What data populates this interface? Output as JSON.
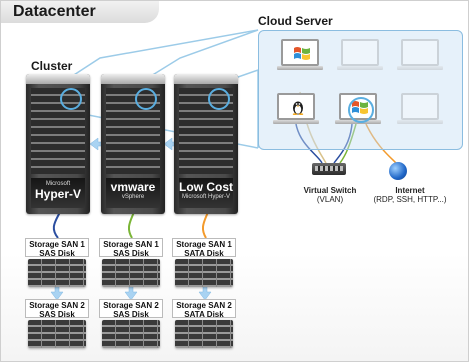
{
  "header": {
    "title": "Datacenter"
  },
  "cluster": {
    "label": "Cluster",
    "servers": [
      {
        "brand_small": "Microsoft",
        "brand": "Hyper-V",
        "brand_sub": ""
      },
      {
        "brand_small": "",
        "brand": "vmware",
        "brand_sub": "vSphere"
      },
      {
        "brand_small": "",
        "brand": "Low Cost",
        "brand_sub": "Microsoft Hyper-V"
      }
    ]
  },
  "storage": {
    "san1": [
      {
        "line1": "Storage SAN 1",
        "line2": "SAS Disk"
      },
      {
        "line1": "Storage SAN 1",
        "line2": "SAS Disk"
      },
      {
        "line1": "Storage SAN 1",
        "line2": "SATA Disk"
      }
    ],
    "san2": [
      {
        "line1": "Storage SAN 2",
        "line2": "SAS Disk"
      },
      {
        "line1": "Storage SAN 2",
        "line2": "SAS Disk"
      },
      {
        "line1": "Storage SAN 2",
        "line2": "SATA Disk"
      }
    ]
  },
  "cloud": {
    "label": "Cloud Server",
    "vms": [
      {
        "os": "windows-icon",
        "active": true
      },
      {
        "os": "",
        "active": false
      },
      {
        "os": "",
        "active": false
      },
      {
        "os": "linux-icon",
        "active": true
      },
      {
        "os": "windows-icon",
        "active": true
      },
      {
        "os": "",
        "active": false
      }
    ]
  },
  "network": {
    "switch": {
      "title": "Virtual Switch",
      "subtitle": "(VLAN)"
    },
    "internet": {
      "title": "Internet",
      "subtitle": "(RDP, SSH, HTTP...)"
    }
  },
  "colors": {
    "server_line_1": "#2b4ea0",
    "server_line_2": "#7ab536",
    "server_line_3": "#f39a2b",
    "highlight": "#5aaee0",
    "arrow": "#a9d3f2"
  }
}
